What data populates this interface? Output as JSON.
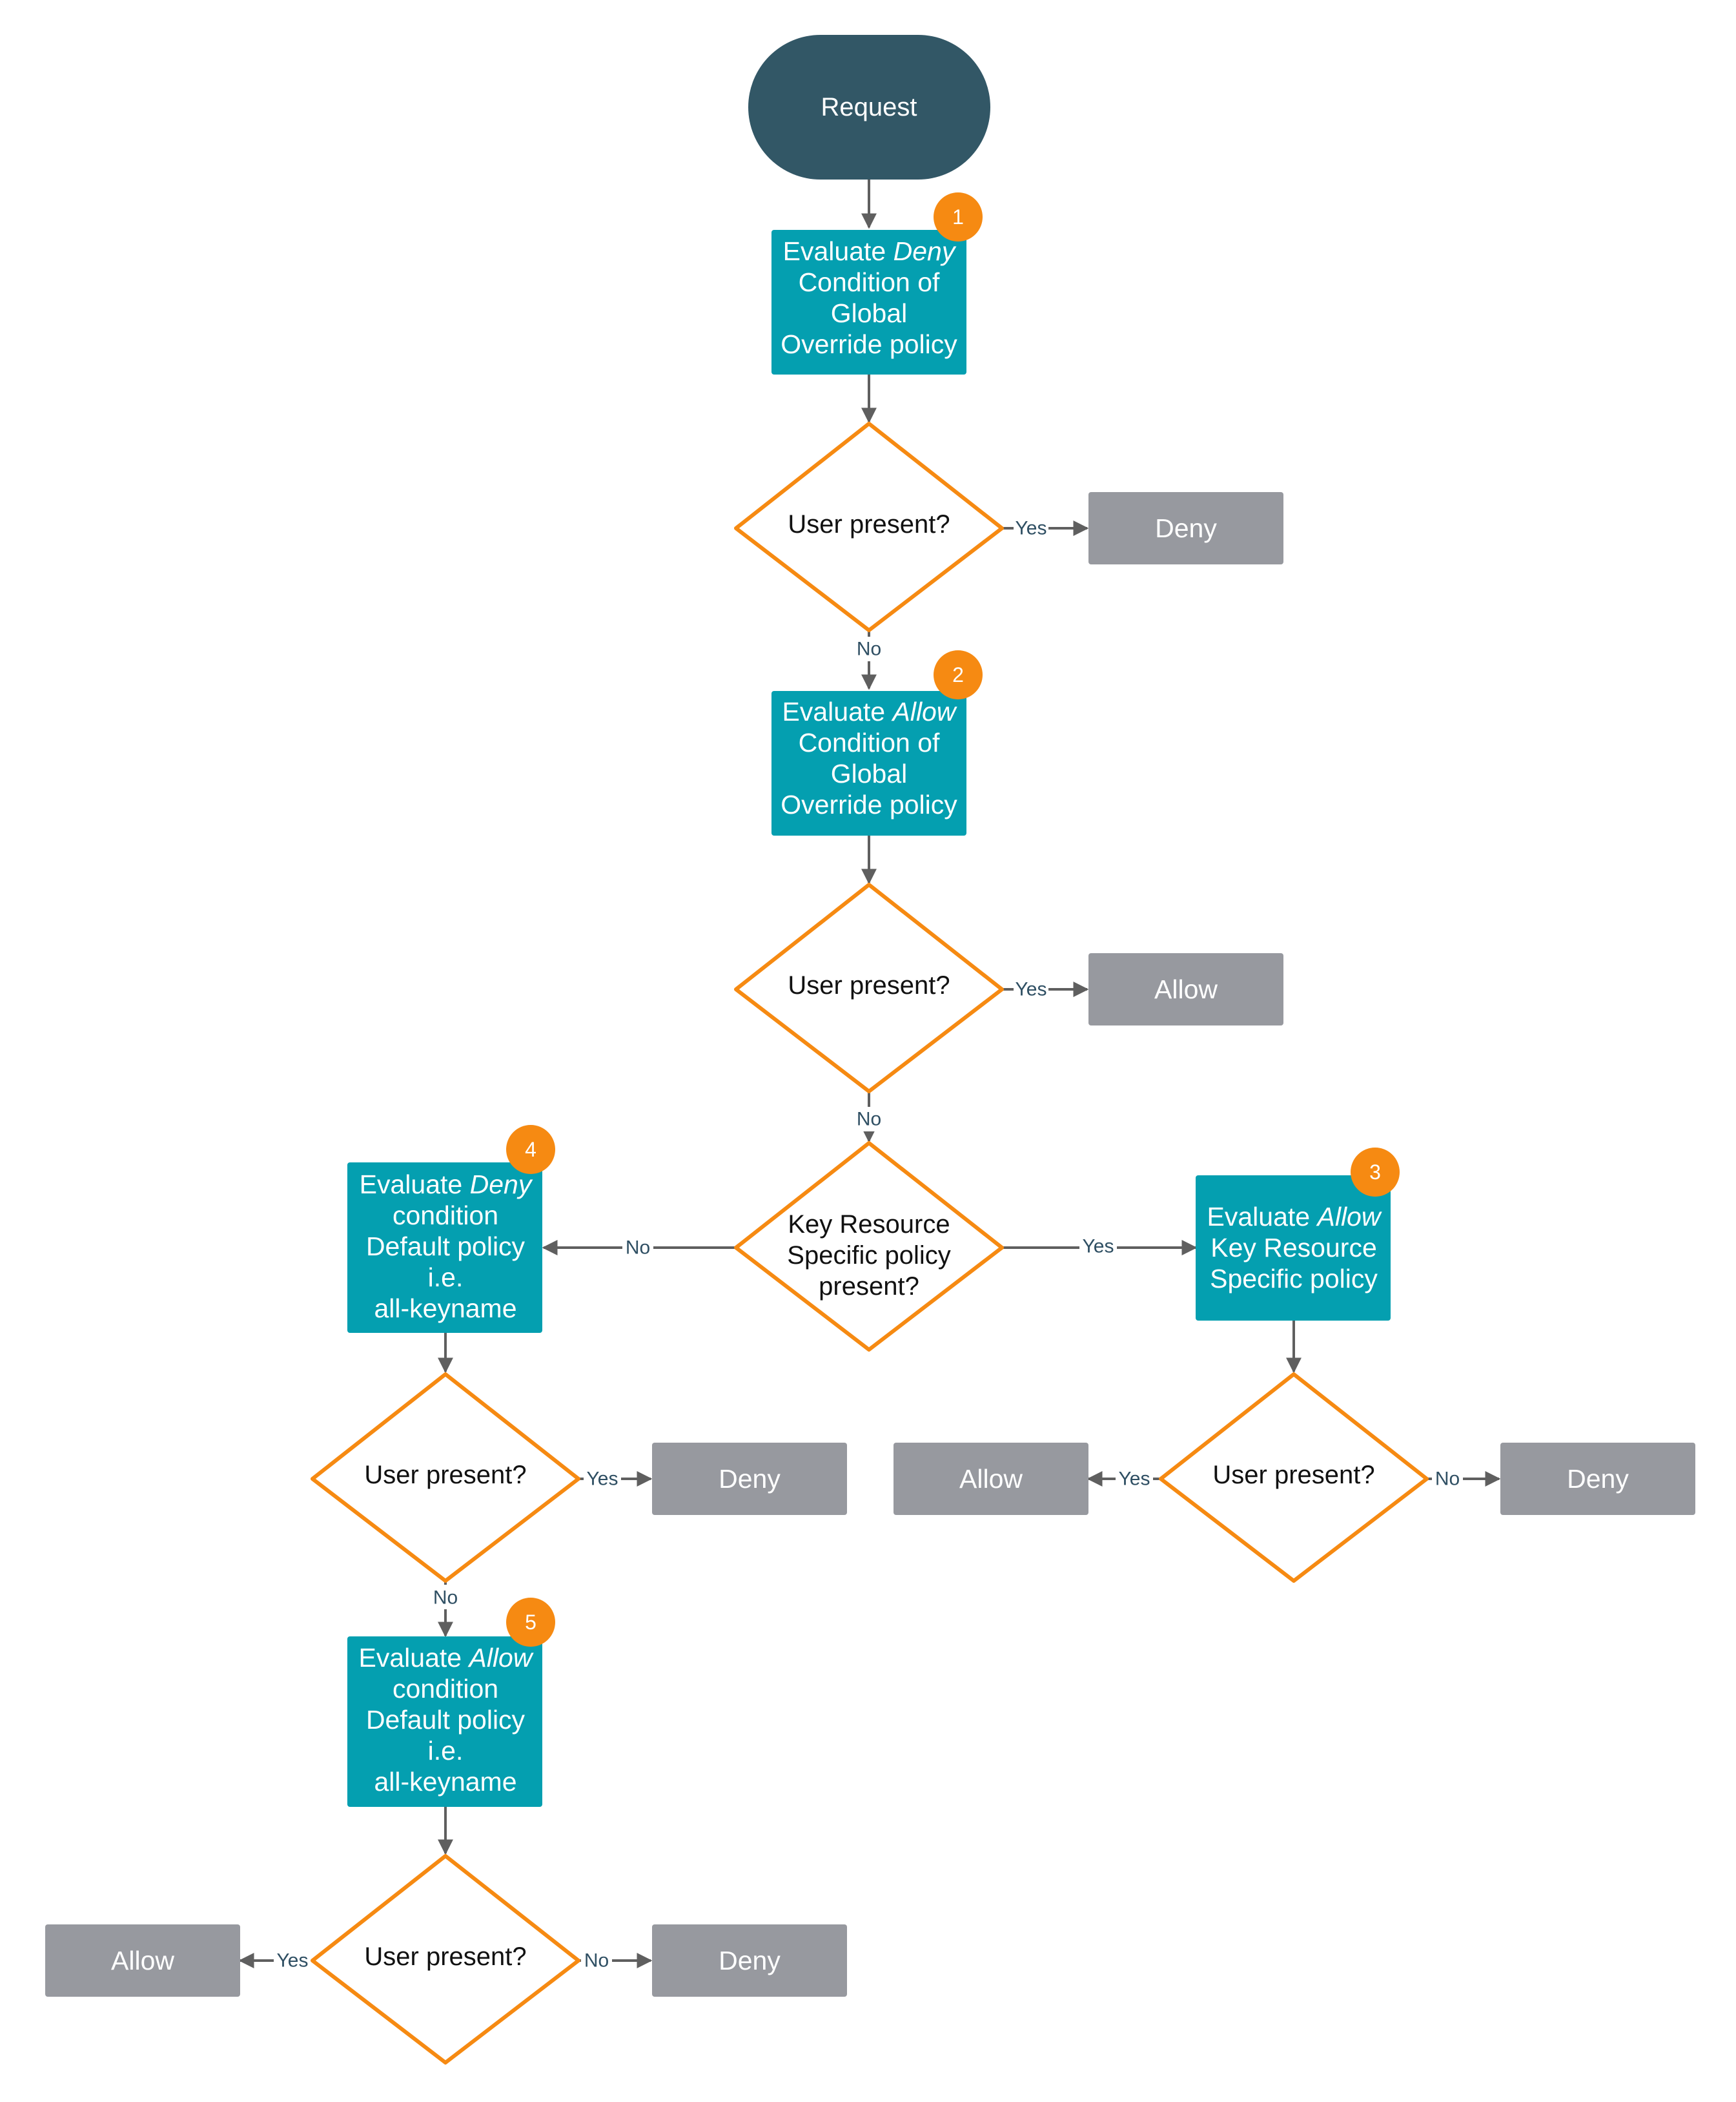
{
  "colors": {
    "terminal": "#325766",
    "process": "#049fb0",
    "decision_stroke": "#f68a12",
    "outcome": "#97999f",
    "badge": "#f68a12",
    "edge": "#5f5f5f",
    "edge_label": "#2f4f63"
  },
  "terminal": {
    "label": "Request"
  },
  "steps": [
    {
      "badge": "1",
      "lines": [
        [
          {
            "t": "Evaluate "
          },
          {
            "t": "Deny",
            "i": true
          }
        ],
        [
          {
            "t": "Condition of"
          }
        ],
        [
          {
            "t": "Global"
          }
        ],
        [
          {
            "t": "Override policy"
          }
        ]
      ]
    },
    {
      "badge": "2",
      "lines": [
        [
          {
            "t": "Evaluate "
          },
          {
            "t": "Allow",
            "i": true
          }
        ],
        [
          {
            "t": "Condition of"
          }
        ],
        [
          {
            "t": "Global"
          }
        ],
        [
          {
            "t": "Override policy"
          }
        ]
      ]
    },
    {
      "badge": "3",
      "lines": [
        [
          {
            "t": "Evaluate "
          },
          {
            "t": "Allow",
            "i": true
          }
        ],
        [
          {
            "t": "Key Resource"
          }
        ],
        [
          {
            "t": "Specific policy"
          }
        ]
      ]
    },
    {
      "badge": "4",
      "lines": [
        [
          {
            "t": "Evaluate "
          },
          {
            "t": "Deny",
            "i": true
          }
        ],
        [
          {
            "t": "condition"
          }
        ],
        [
          {
            "t": "Default policy"
          }
        ],
        [
          {
            "t": "i.e."
          }
        ],
        [
          {
            "t": "all-keyname"
          }
        ]
      ]
    },
    {
      "badge": "5",
      "lines": [
        [
          {
            "t": "Evaluate "
          },
          {
            "t": "Allow",
            "i": true
          }
        ],
        [
          {
            "t": "condition"
          }
        ],
        [
          {
            "t": "Default policy"
          }
        ],
        [
          {
            "t": "i.e."
          }
        ],
        [
          {
            "t": "all-keyname"
          }
        ]
      ]
    }
  ],
  "decisions": [
    {
      "lines": [
        "User present?"
      ]
    },
    {
      "lines": [
        "User present?"
      ]
    },
    {
      "lines": [
        "Key Resource",
        "Specific policy",
        "present?"
      ]
    },
    {
      "lines": [
        "User present?"
      ]
    },
    {
      "lines": [
        "User present?"
      ]
    },
    {
      "lines": [
        "User present?"
      ]
    }
  ],
  "outcomes": [
    "Deny",
    "Allow",
    "Deny",
    "Allow",
    "Deny",
    "Allow",
    "Deny"
  ],
  "edge_labels": [
    "Yes",
    "No",
    "Yes",
    "No",
    "No",
    "Yes",
    "Yes",
    "No",
    "Yes",
    "No",
    "Yes",
    "No"
  ]
}
